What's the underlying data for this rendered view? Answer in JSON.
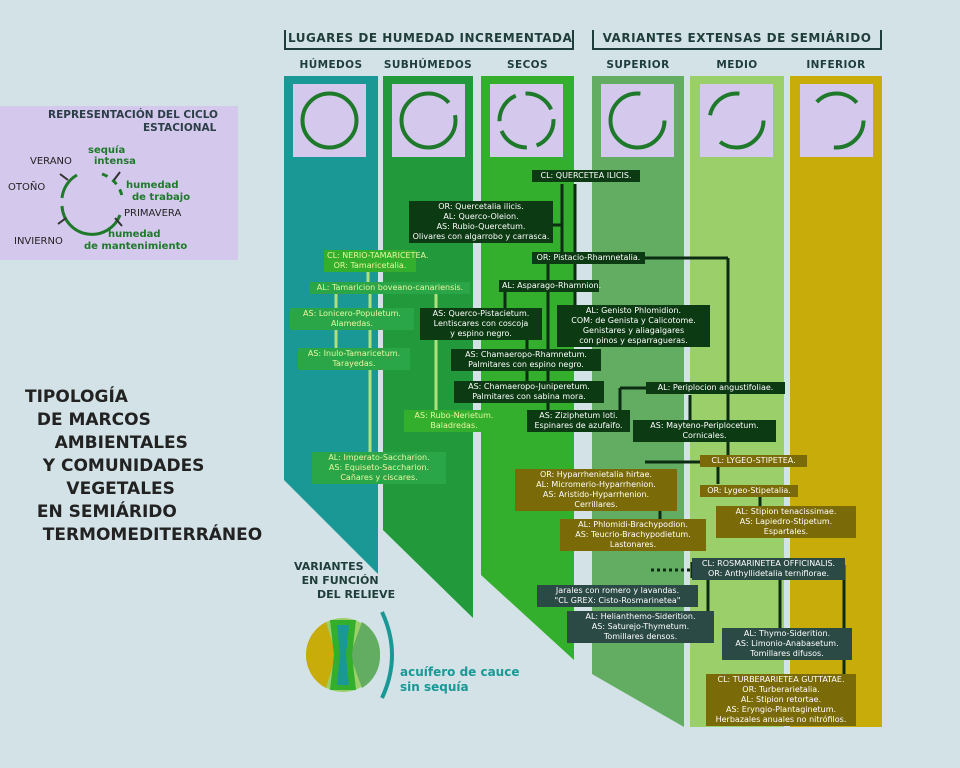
{
  "header": {
    "group_left": "LUGARES DE HUMEDAD INCREMENTADA",
    "group_right": "VARIANTES EXTENSAS DE SEMIÁRIDO",
    "columns": [
      "HÚMEDOS",
      "SUBHÚMEDOS",
      "SECOS",
      "SUPERIOR",
      "MEDIO",
      "INFERIOR"
    ]
  },
  "colors": {
    "humedos": "#1a9895",
    "subhumedos": "#229a3c",
    "secos": "#33ae2d",
    "superior": "#62ad61",
    "medio": "#9bcf6a",
    "inferior": "#c8ac09",
    "legend_bg": "#d4c8ec",
    "cycle_green": "#1e7a2a"
  },
  "legend": {
    "title_line1": "REPRESENTACIÓN DEL CICLO",
    "title_line2": "ESTACIONAL",
    "verano": "VERANO",
    "otono": "OTOÑO",
    "invierno": "INVIERNO",
    "primavera": "PRIMAVERA",
    "sequia_1": "sequía",
    "sequia_2": "intensa",
    "trabajo_1": "humedad",
    "trabajo_2": "de trabajo",
    "mant_1": "humedad",
    "mant_2": "de mantenimiento"
  },
  "main_title": "TIPOLOGÍA\n  DE MARCOS\n     AMBIENTALES\n   Y COMUNIDADES\n       VEGETALES\n  EN SEMIÁRIDO\n   TERMOMEDITERRÁNEO",
  "relieve": {
    "title": "VARIANTES\n  EN FUNCIÓN\n      DEL RELIEVE",
    "acuifero": "acuífero de cauce\nsin sequía"
  },
  "labels": {
    "quercetea": "CL: QUERCETEA ILICIS.",
    "quercetalia": "OR: Quercetalia ilicis.\nAL: Querco-Oleion.\nAS: Rubio-Quercetum.\nOlivares con algarrobo y carrasca.",
    "pistacio": "OR: Pistacio-Rhamnetalia.",
    "asparago": "AL: Asparago-Rhamnion.",
    "genisto": "AL: Genisto Phlomidion.\nCOM: de Genista y Calicotome.\nGenistares y aliagalgares\ncon pinos y esparragueras.",
    "nerio": "CL: NERIO-TAMARICETEA.\nOR: Tamaricetalia.",
    "tamaricion": "AL: Tamaricion boveano-canariensis.",
    "lonicero": "AS: Lonicero-Populetum.\nAlamedas.",
    "inulo": "AS: Inulo-Tamaricetum.\nTarayedas.",
    "querco_pist": "AS: Querco-Pistacietum.\nLentiscares con coscoja\ny espino negro.",
    "chamaeropo_r": "AS: Chamaeropo-Rhamnetum.\nPalmitares con espino negro.",
    "chamaeropo_j": "AS: Chamaeropo-Juniperetum.\nPalmitares con sabina mora.",
    "rubo": "AS: Rubo-Nerietum.\nBaladredas.",
    "ziziphetum": "AS: Ziziphetum loti.\nEspinares de azufaifo.",
    "periplocion": "AL: Periplocion angustifoliae.",
    "mayteno": "AS: Mayteno-Periplocetum.\nCornicales.",
    "imperato": "AL: Imperato-Saccharion.\nAS: Equiseto-Saccharion.\nCañares y ciscares.",
    "hyparrh": "OR: Hyparrhenietalia hirtae.\nAL: Micromerio-Hyparrhenion.\nAS: Aristido-Hyparrhenion.\nCerrillares.",
    "lygeo_cl": "CL: LYGEO-STIPETEA.",
    "lygeo_or": "OR: Lygeo-Stipetalia.",
    "stipion": "AL: Stipion tenacissimae.\nAS: Lapiedro-Stipetum.\nEspartales.",
    "phlomidi": "AL: Phlomidi-Brachypodion.\nAS: Teucrio-Brachypodietum.\nLastonares.",
    "rosmar": "CL: ROSMARINETEA OFFICINALIS.\nOR: Anthyllidetalia terniflorae.",
    "jarales": "Jarales con romero y lavandas.\n\"CL GREX: Cisto-Rosmarinetea\"",
    "helianth": "AL: Helianthemo-Siderition.\nAS: Saturejo-Thymetum.\nTomillares densos.",
    "thymo": "AL: Thymo-Siderition.\nAS: Limonio-Anabasetum.\nTomillares difusos.",
    "tuberar": "CL: TURBERARIETEA GUTTATAE.\nOR: Turberarietalia.\nAL: Stipion retortae.\nAS: Eryngio-Plantaginetum.\nHerbazales anuales no nitrófilos."
  }
}
